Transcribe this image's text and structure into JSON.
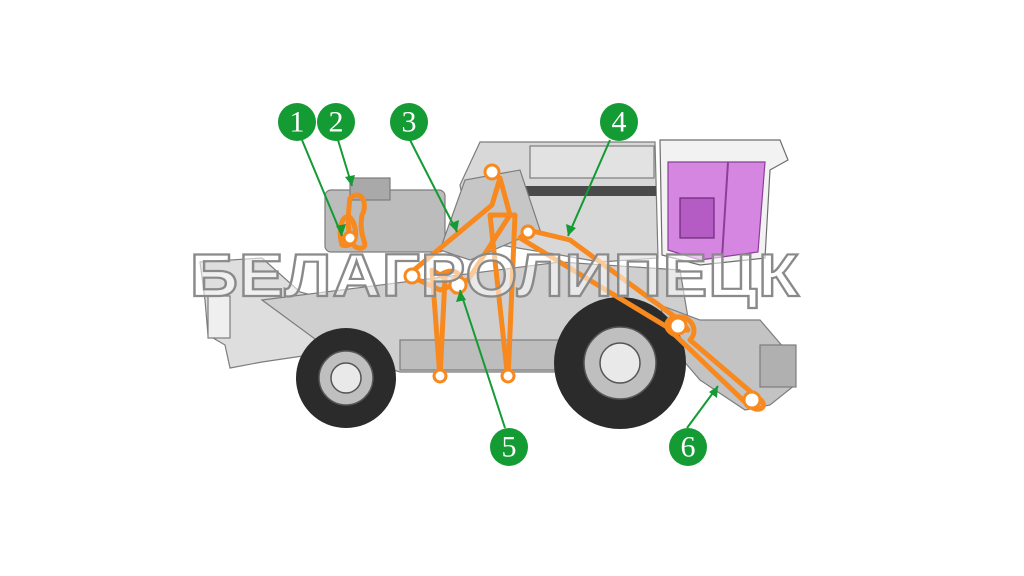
{
  "watermark": "БЕЛАГРОЛИПЕЦК",
  "colors": {
    "background": "#ffffff",
    "body": "#d4d4d4",
    "body_dark": "#9c9c9c",
    "belt": "#f7891f",
    "callout": "#149b33",
    "cab": "#d486e0",
    "tire": "#2b2b2b",
    "hub": "#e9e9e9"
  },
  "callouts": [
    {
      "label": "1"
    },
    {
      "label": "2"
    },
    {
      "label": "3"
    },
    {
      "label": "4"
    },
    {
      "label": "5"
    },
    {
      "label": "6"
    }
  ]
}
